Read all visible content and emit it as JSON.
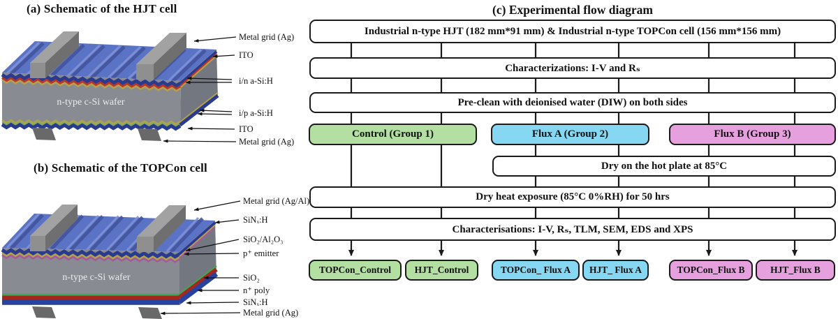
{
  "panels": {
    "a": {
      "title": "(a) Schematic of the HJT cell",
      "wafer_label": "n-type c-Si wafer",
      "layer_labels": [
        "Metal grid (Ag)",
        "ITO",
        "i/n a-Si:H",
        "i/p a-Si:H",
        "ITO",
        "Metal grid (Ag)"
      ]
    },
    "b": {
      "title": "(b) Schematic of the TOPCon cell",
      "wafer_label": "n-type c-Si wafer",
      "layer_labels": [
        "Metal grid (Ag/Al)",
        "SiNₓ:H",
        "SiO₂/Al₂O₃",
        "p⁺ emitter",
        "SiO₂",
        "n⁺ poly",
        "SiNₓ:H",
        "Metal grid (Ag)"
      ]
    },
    "c": {
      "title": "(c) Experimental flow diagram",
      "steps": {
        "start": "Industrial n-type HJT (182 mm*91 mm) &  Industrial n-type TOPCon cell (156 mm*156 mm)",
        "characterizations_1": "Characterizations: I-V and Rₛ",
        "preclean": "Pre-clean with deionised water (DIW) on both sides",
        "dry_hot_plate": "Dry on the hot plate at 85°C",
        "dry_heat_exposure": "Dry heat exposure (85°C 0%RH) for 50 hrs",
        "characterisations_2": "Characterisations: I-V, Rₛ, TLM, SEM, EDS and XPS"
      },
      "groups": [
        {
          "label": "Control (Group 1)",
          "color": "#b3e0a2"
        },
        {
          "label": "Flux A (Group 2)",
          "color": "#85d7f2"
        },
        {
          "label": "Flux B (Group 3)",
          "color": "#e7a0de"
        }
      ],
      "outputs": [
        {
          "label": "TOPCon_Control",
          "color": "#b3e0a2"
        },
        {
          "label": "HJT_Control",
          "color": "#b3e0a2"
        },
        {
          "label": "TOPCon_ Flux A",
          "color": "#85d7f2"
        },
        {
          "label": "HJT_ Flux A",
          "color": "#85d7f2"
        },
        {
          "label": "TOPCon_Flux B",
          "color": "#e7a0de"
        },
        {
          "label": "HJT_Flux B",
          "color": "#e7a0de"
        }
      ]
    }
  }
}
